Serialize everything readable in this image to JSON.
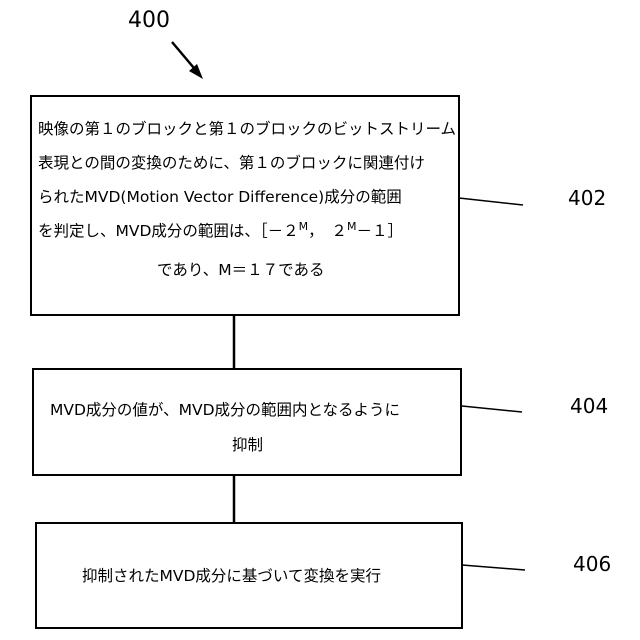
{
  "figure_number": "400",
  "steps": [
    {
      "ref": "402",
      "lines": [
        "映像の第１のブロックと第１のブロックのビットストリーム",
        "表現との間の変換のために、第１のブロックに関連付け",
        "られたMVD(Motion Vector Difference)成分の範囲",
        "を判定し、MVD成分の範囲は、［－２",
        "M",
        "，　２",
        "M",
        "－１］",
        "であり、M＝１７である"
      ]
    },
    {
      "ref": "404",
      "lines": [
        "MVD成分の値が、MVD成分の範囲内となるように",
        "抑制"
      ]
    },
    {
      "ref": "406",
      "lines": [
        "抑制されたMVD成分に基づいて変換を実行"
      ]
    }
  ]
}
